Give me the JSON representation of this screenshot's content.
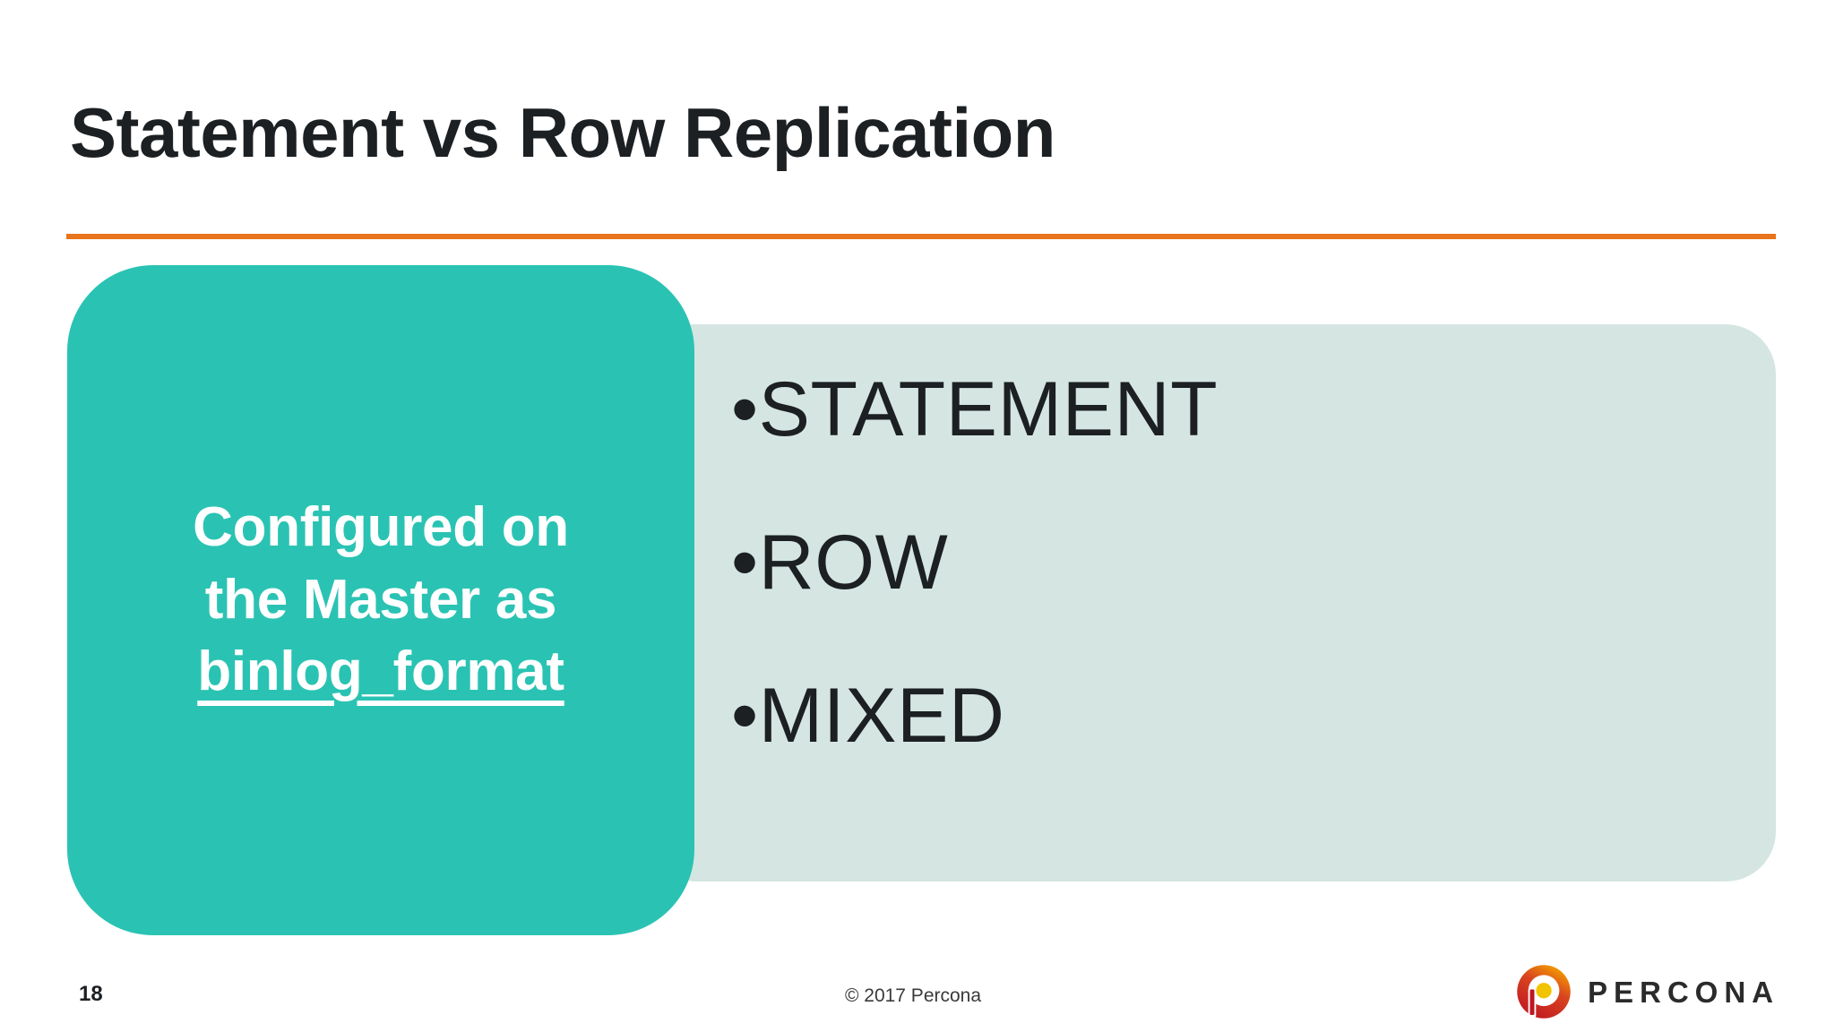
{
  "slide": {
    "title": "Statement vs Row Replication",
    "accent_rule_color": "#E8741B",
    "background_color": "#FFFFFF"
  },
  "callout": {
    "background_color": "#2AC3B3",
    "text_color": "#FFFFFF",
    "line1": "Configured on",
    "line2": "the Master as",
    "code_term": "binlog_format"
  },
  "content_panel": {
    "background_color": "#D5E6E2",
    "bullet_glyph": "•",
    "bullets": [
      {
        "label": "STATEMENT"
      },
      {
        "label": "ROW"
      },
      {
        "label": "MIXED"
      }
    ]
  },
  "footer": {
    "page_number": "18",
    "copyright": "© 2017 Percona",
    "logo_wordmark": "PERCONA",
    "logo_colors": {
      "ring_outer": "#C41E28",
      "ring_top": "#F0A500",
      "center_dot": "#F2C300"
    }
  }
}
